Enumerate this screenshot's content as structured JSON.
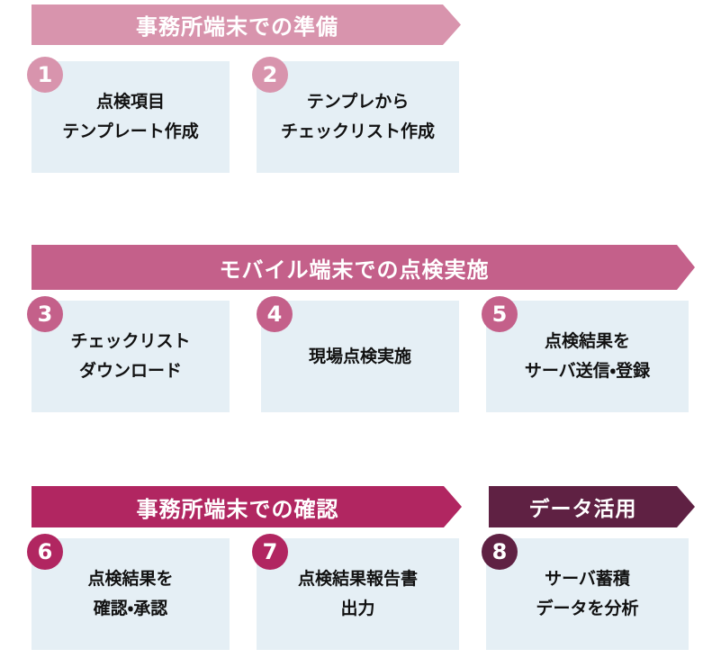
{
  "colors": {
    "pink_light": "#d894ad",
    "pink_mid": "#c4608a",
    "raspberry": "#b12661",
    "plum": "#5f2143",
    "box_background": "#e5eff5",
    "box_text": "#111111",
    "banner_text": "#ffffff"
  },
  "sections": [
    {
      "banners": [
        {
          "label": "事務所端末での準備",
          "color": "#d894ad"
        }
      ],
      "steps": [
        {
          "number": "1",
          "line1": "点検項目",
          "line2": "テンプレート作成",
          "badge_color": "#d894ad"
        },
        {
          "number": "2",
          "line1": "テンプレから",
          "line2": "チェックリスト作成",
          "badge_color": "#d894ad"
        }
      ]
    },
    {
      "banners": [
        {
          "label": "モバイル端末での点検実施",
          "color": "#c4608a"
        }
      ],
      "steps": [
        {
          "number": "3",
          "line1": "チェックリスト",
          "line2": "ダウンロード",
          "badge_color": "#c4608a"
        },
        {
          "number": "4",
          "line1": "現場点検実施",
          "badge_color": "#c4608a"
        },
        {
          "number": "5",
          "line1": "点検結果を",
          "line2": "サーバ送信・登録",
          "badge_color": "#c4608a"
        }
      ]
    },
    {
      "banners": [
        {
          "label": "事務所端末での確認",
          "color": "#b12661"
        },
        {
          "label": "データ活用",
          "color": "#5f2143"
        }
      ],
      "steps": [
        {
          "number": "6",
          "line1": "点検結果を",
          "line2": "確認・承認",
          "badge_color": "#b12661"
        },
        {
          "number": "7",
          "line1": "点検結果報告書",
          "line2": "出力",
          "badge_color": "#b12661"
        },
        {
          "number": "8",
          "line1": "サーバ蓄積",
          "line2": "データを分析",
          "badge_color": "#5f2143"
        }
      ]
    }
  ]
}
